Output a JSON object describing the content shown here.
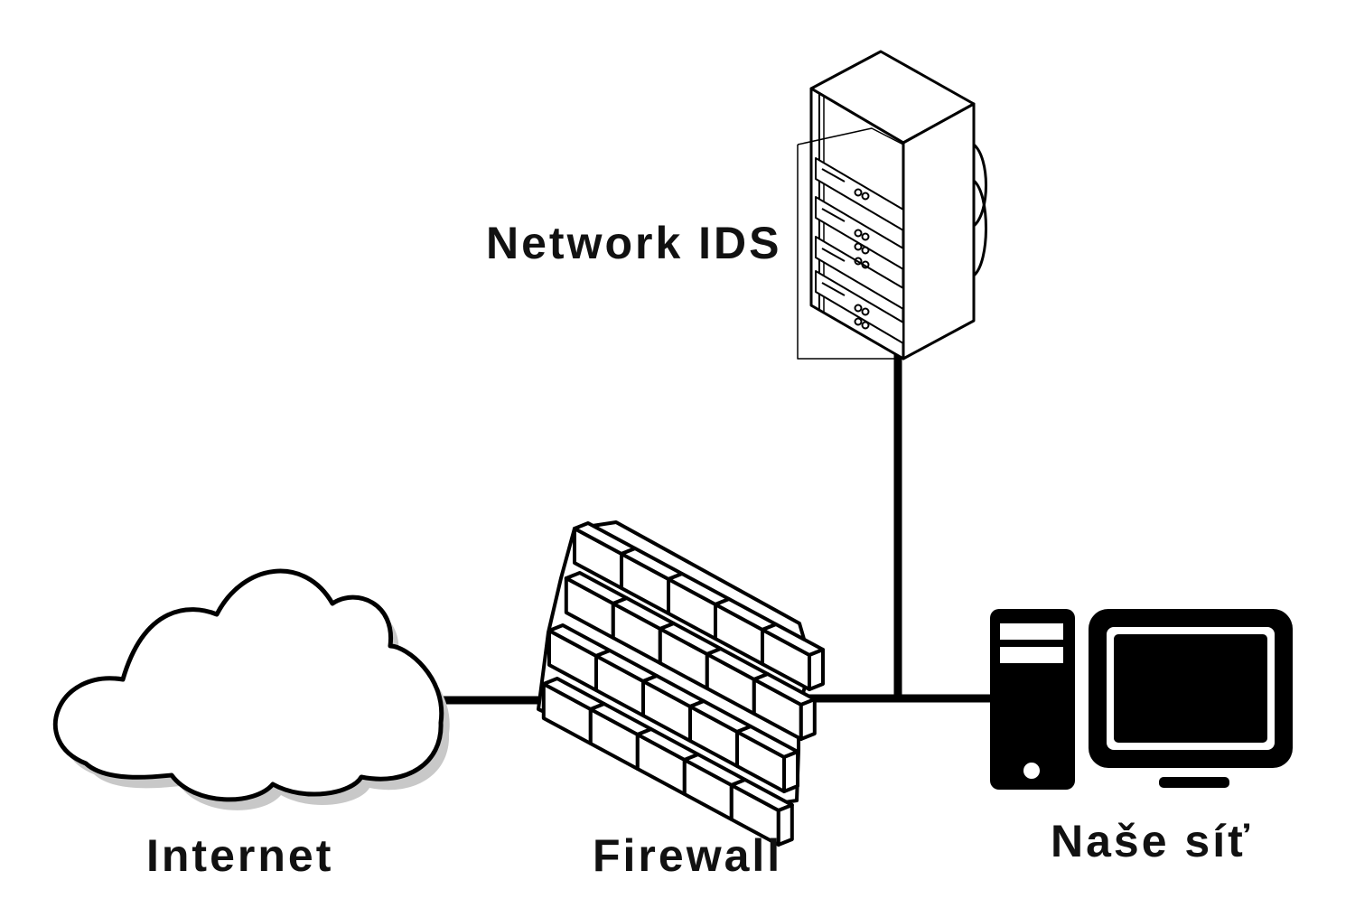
{
  "diagram": {
    "nodes": {
      "ids": {
        "label": "Network IDS",
        "icon": "server-rack-icon"
      },
      "internet": {
        "label": "Internet",
        "icon": "cloud-icon"
      },
      "firewall": {
        "label": "Firewall",
        "icon": "brick-wall-icon"
      },
      "network": {
        "label": "Naše síť",
        "icon": "desktop-computer-icon"
      }
    },
    "edges": [
      {
        "from": "internet",
        "to": "firewall"
      },
      {
        "from": "firewall",
        "to": "network"
      },
      {
        "from": "ids",
        "to": "network"
      }
    ],
    "colors": {
      "stroke": "#000000",
      "fill": "#ffffff",
      "shadow": "#c8c8c8"
    }
  }
}
